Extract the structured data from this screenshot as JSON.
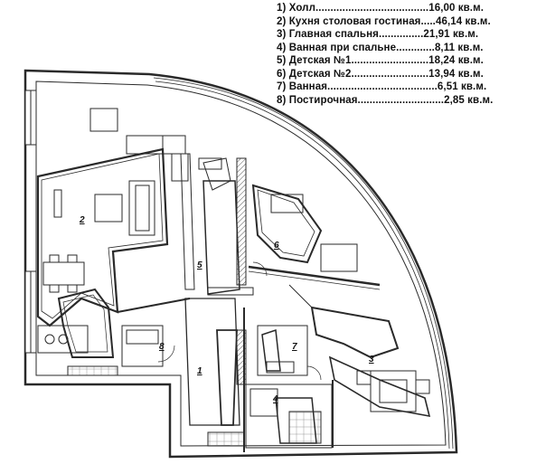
{
  "legend": [
    "1) Холл......................................16,00 кв.м.",
    "2) Кухня столовая гостиная.....46,14 кв.м.",
    "3) Главная спальня...............21,91 кв.м.",
    "4) Ванная при спальне.............8,11 кв.м.",
    "5) Детская №1..........................18,24 кв.м.",
    "6) Детская №2..........................13,94 кв.м.",
    "7) Ванная.....................................6,51 кв.м.",
    "8) Постирочная.............................2,85 кв.м."
  ],
  "rooms": [
    "1",
    "2",
    "3",
    "4",
    "5",
    "6",
    "7",
    "8"
  ],
  "colors": {
    "line": "#2a2a2a",
    "wall_fill": "#ffffff",
    "hatch": "#555555"
  }
}
